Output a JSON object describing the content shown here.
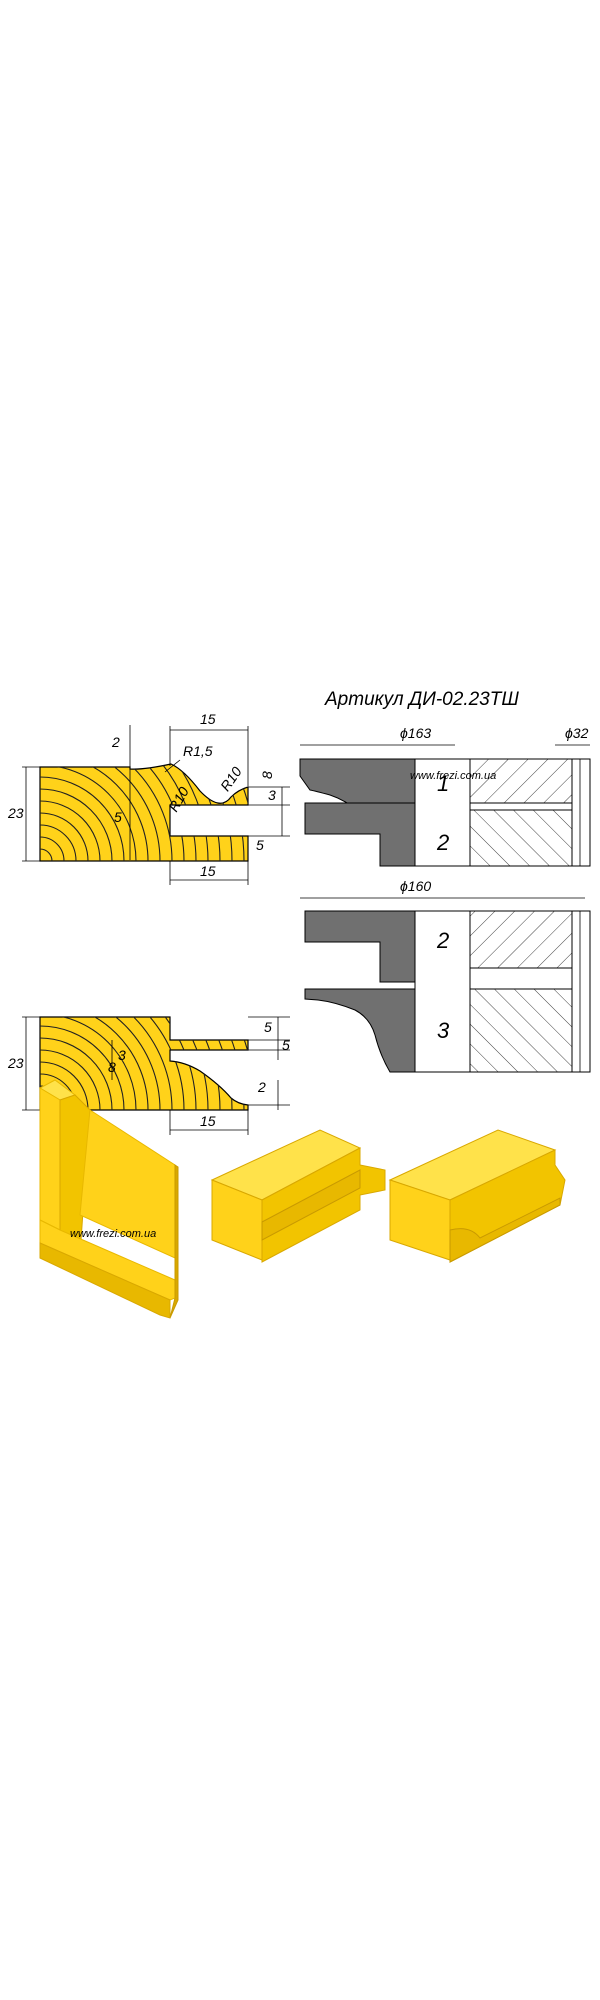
{
  "title": "Артикул ДИ-02.23ТШ",
  "website": "www.frezi.com.ua",
  "colors": {
    "wood": "#FFD21A",
    "wood_dark": "#E8B800",
    "cutter": "#707070",
    "hatch": "#555555"
  },
  "profile_top": {
    "height": "23",
    "width": "15",
    "dim_2": "2",
    "r_small": "R1,5",
    "r_arc_1": "R10",
    "r_arc_2": "R10",
    "dim_8": "8",
    "dim_3": "3",
    "dim_5_side": "5",
    "dim_5_slot": "5",
    "width_bottom": "15"
  },
  "profile_bottom": {
    "height": "23",
    "dim_5_a": "5",
    "dim_5_b": "5",
    "dim_8": "8",
    "dim_3": "3",
    "dim_2": "2",
    "width": "15"
  },
  "cutter_top": {
    "diameter": "ϕ163",
    "bore": "ϕ32",
    "part_1": "1",
    "part_2": "2"
  },
  "cutter_bottom": {
    "diameter": "ϕ160",
    "part_2": "2",
    "part_3": "3"
  },
  "frame_website": "www.frezi.com.ua"
}
